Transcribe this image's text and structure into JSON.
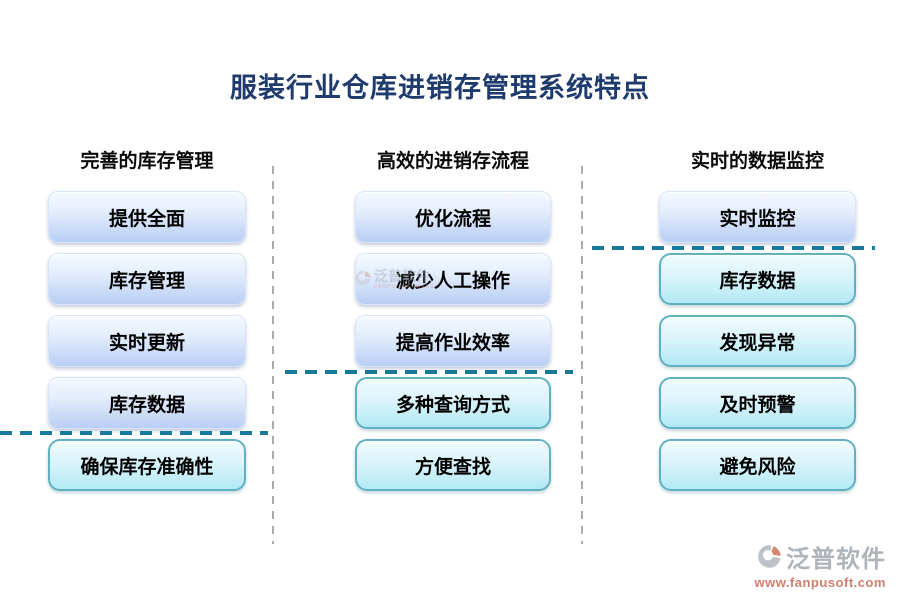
{
  "title": "服装行业仓库进销存管理系统特点",
  "columns": [
    {
      "header": "完善的库存管理",
      "items": [
        "提供全面",
        "库存管理",
        "实时更新",
        "库存数据",
        "确保库存准确性"
      ]
    },
    {
      "header": "高效的进销存流程",
      "items": [
        "优化流程",
        "减少人工操作",
        "提高作业效率",
        "多种查询方式",
        "方便查找"
      ]
    },
    {
      "header": "实时的数据监控",
      "items": [
        "实时监控",
        "库存数据",
        "发现异常",
        "及时预警",
        "避免风险"
      ]
    }
  ],
  "watermark": {
    "brand": "泛普软件",
    "tagline": "FANPU SOFTWARE",
    "url": "www.fanpusoft.com"
  },
  "colors": {
    "title": "#1F3B6E",
    "dash_teal": "#187A9B",
    "dash_gray": "#ABABAB",
    "box_blue_bottom": "#B8CFF4",
    "box_cyan_bottom": "#B2E9F5",
    "cyan_border": "#5FB1C2",
    "brand_gray": "#AEB4BA",
    "brand_salmon": "#CD7F6D"
  }
}
